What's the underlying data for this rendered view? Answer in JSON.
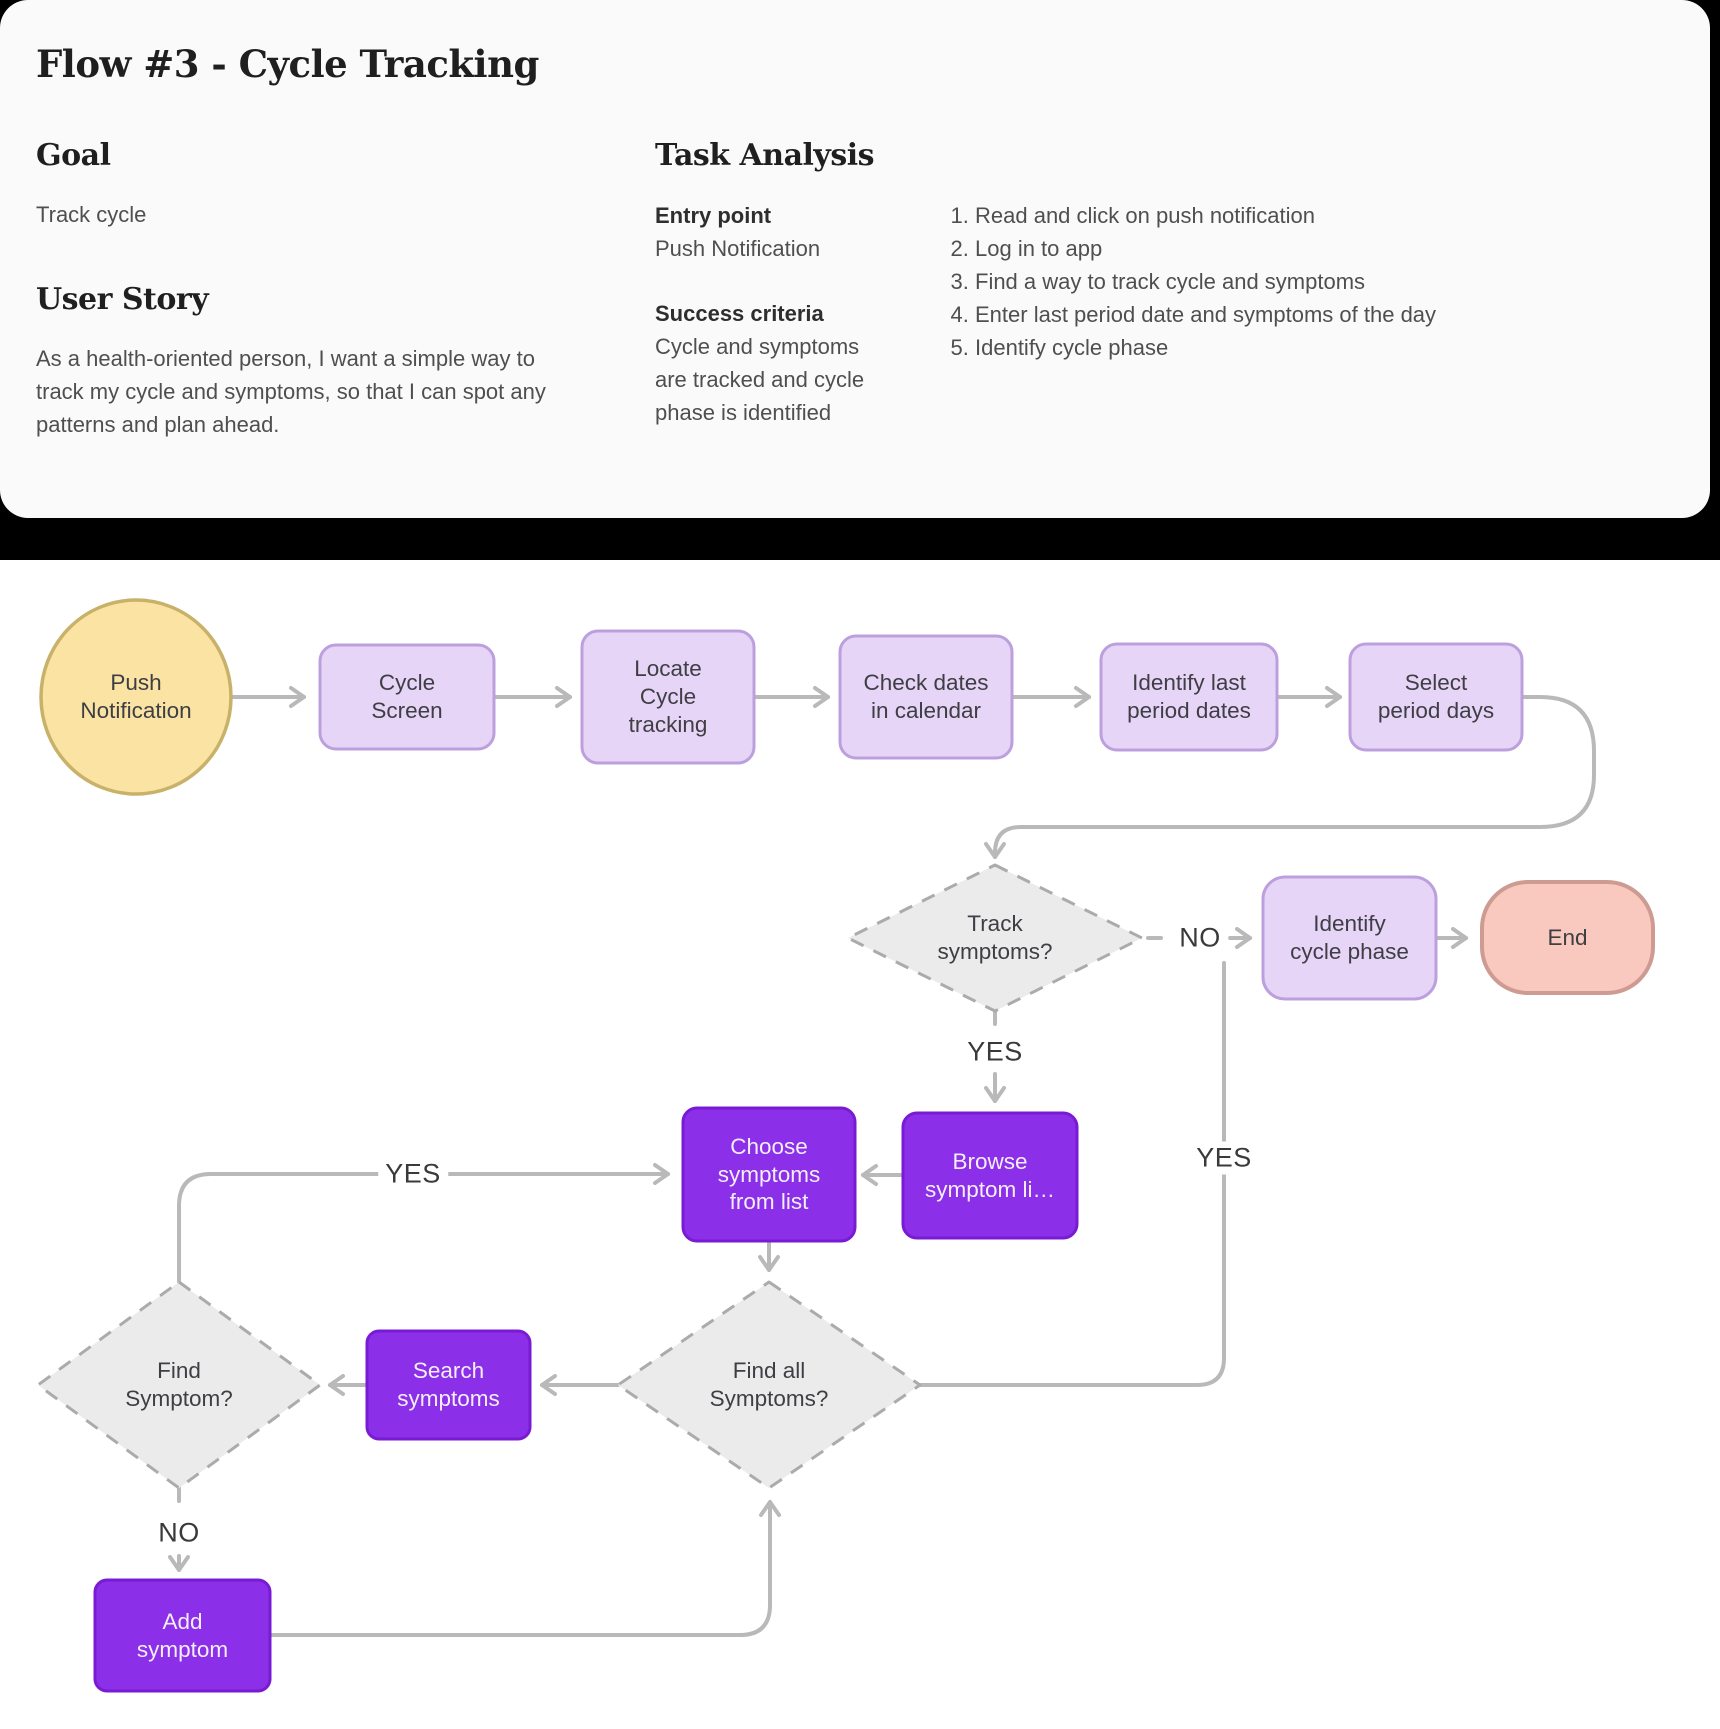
{
  "header": {
    "title": "Flow #3 - Cycle Tracking",
    "goal": {
      "heading": "Goal",
      "text": "Track cycle"
    },
    "user_story": {
      "heading": "User Story",
      "text": "As a health-oriented person, I want a simple way to track my cycle and symptoms, so that I can spot any patterns and plan ahead."
    },
    "task_analysis": {
      "heading": "Task Analysis",
      "entry_point_label": "Entry point",
      "entry_point": "Push Notification",
      "success_label": "Success criteria",
      "success_text": "Cycle and symptoms are tracked and cycle phase is identified",
      "steps": [
        "Read and click on push notification",
        "Log in to app",
        "Find a way to track cycle and symptoms",
        "Enter last period date and symptoms of the day",
        "Identify cycle phase"
      ]
    }
  },
  "flow": {
    "nodes": {
      "push_notification": "Push\nNotification",
      "cycle_screen": "Cycle\nScreen",
      "locate_cycle_tracking": "Locate\nCycle\ntracking",
      "check_dates": "Check dates\nin calendar",
      "identify_last_period": "Identify last\nperiod dates",
      "select_period_days": "Select\nperiod days",
      "track_symptoms": "Track\nsymptoms?",
      "identify_cycle_phase": "Identify\ncycle phase",
      "end": "End",
      "browse_symptom_list": "Browse\nsymptom li…",
      "choose_symptoms": "Choose\nsymptoms\nfrom list",
      "find_all_symptoms": "Find all\nSymptoms?",
      "search_symptoms": "Search\nsymptoms",
      "find_symptom": "Find\nSymptom?",
      "add_symptom": "Add\nsymptom"
    },
    "edge_labels": {
      "no_track": "NO",
      "yes_track": "YES",
      "yes_find_all": "YES",
      "yes_find_symptom": "YES",
      "no_find_symptom": "NO"
    },
    "colors": {
      "page_background": "#000000",
      "card_background": "#fafafa",
      "canvas_background": "#ffffff",
      "start_fill": "#fae3a3",
      "start_border": "#c8b169",
      "step_fill": "#e7d5f7",
      "step_border": "#bca0dd",
      "action_fill": "#8b2fe8",
      "action_border": "#7a1bd4",
      "decision_fill": "#ebebeb",
      "decision_border": "#ababab",
      "end_fill": "#f9c8be",
      "end_border": "#cd9b92",
      "connector": "#b9b9b9",
      "text_dark": "#3e3e44",
      "text_light": "#f4eefb"
    }
  }
}
